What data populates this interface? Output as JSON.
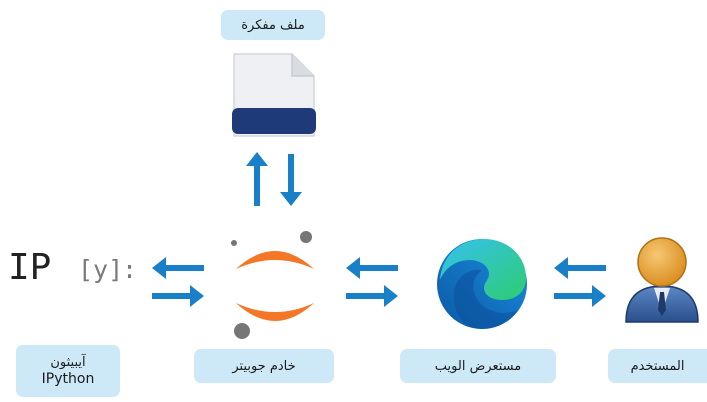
{
  "labels": {
    "notebook_file": "ملف مفكرة",
    "ipython_ar": "آيبيثون",
    "ipython_en": "IPython",
    "jupyter_server": "خادم جوبيتر",
    "web_browser": "مستعرض الويب",
    "user": "المستخدم"
  },
  "ipython_logo": {
    "ip": "IP",
    "bracket": "[y]",
    "colon": ":"
  },
  "icons": [
    "notebook-file-icon",
    "ipython-logo-icon",
    "jupyter-logo-icon",
    "edge-browser-icon",
    "user-avatar-icon",
    "arrow-icon"
  ],
  "colors": {
    "label_bg": "#cde9f7",
    "arrow": "#1a7fc9",
    "jupyter_orange": "#f37726",
    "jupyter_gray": "#767677",
    "file_band": "#1f3a78"
  }
}
